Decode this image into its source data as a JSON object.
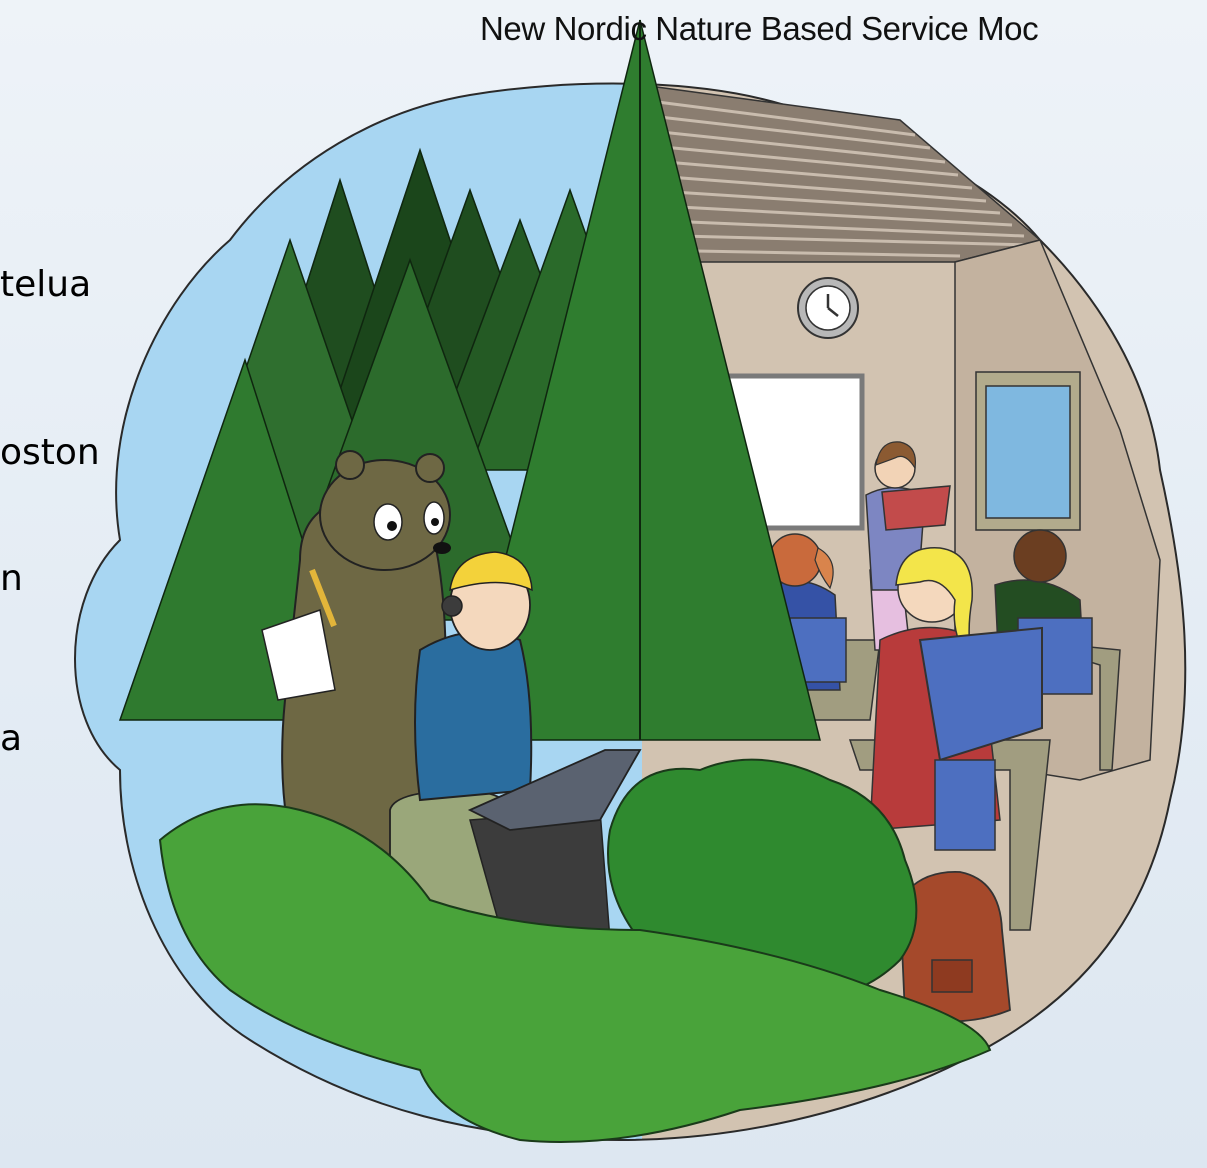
{
  "slide": {
    "title": "New Nordic Nature Based Service Moc",
    "left_text_fragments": [
      "telua",
      "oston",
      "n",
      "a"
    ]
  }
}
